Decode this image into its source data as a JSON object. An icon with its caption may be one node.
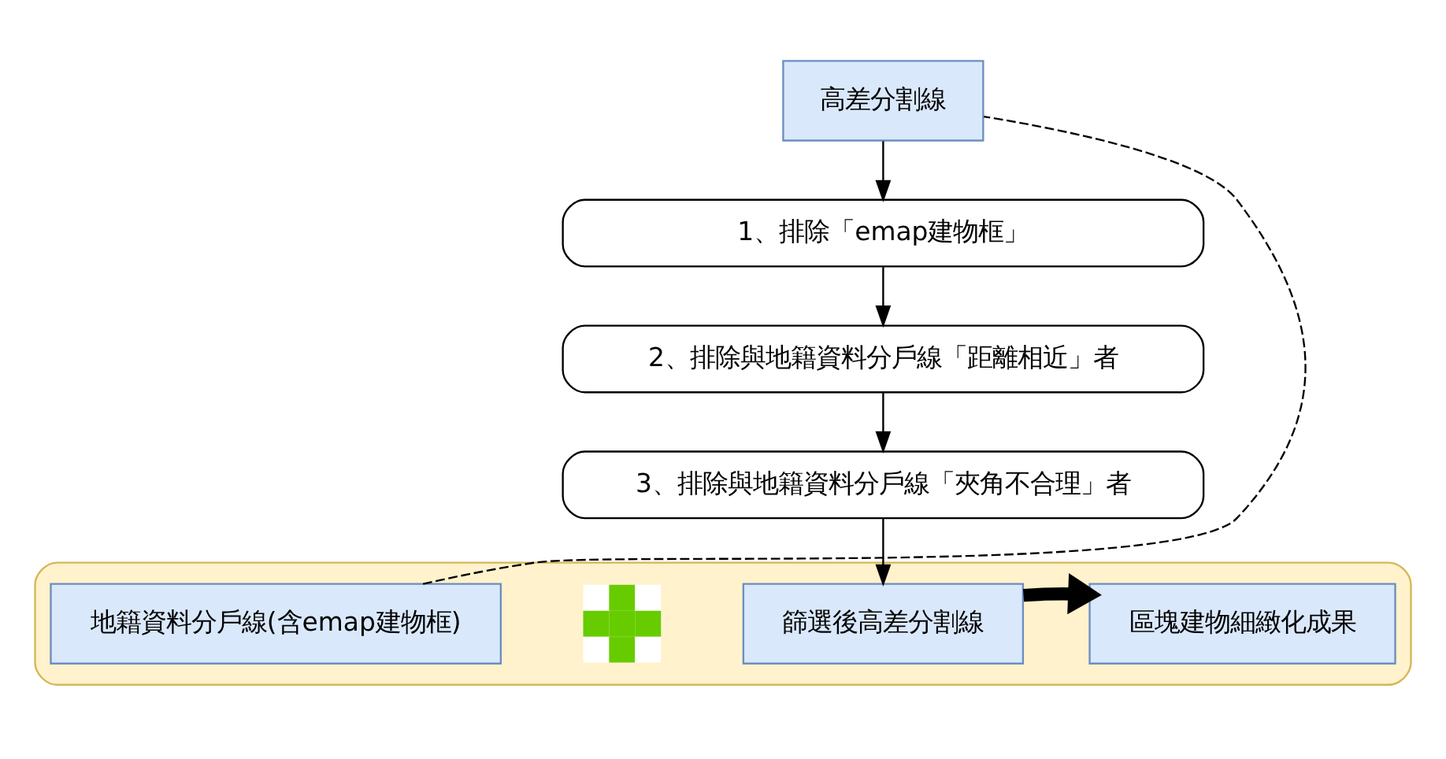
{
  "diagram": {
    "nodes": [
      {
        "text": [
          "高差分割線"
        ]
      },
      {
        "text": [
          "1、排除「emap建物框」"
        ]
      },
      {
        "text": [
          "2、排除與地籍資料分戶線「距離相近」者"
        ]
      },
      {
        "text": [
          "3、排除與地籍資料分戶線「夾角不合理」者"
        ]
      },
      {
        "text": [],
        "shape": "band"
      },
      {
        "text": [
          "地籍資料分戶線(含emap建物框)"
        ],
        "in": 4
      },
      {
        "text": [],
        "shape": "plus",
        "in": 4
      },
      {
        "text": [
          "篩選後高差分割線"
        ],
        "in": 4
      },
      {
        "text": [
          "區塊建物細緻化成果"
        ],
        "in": 4
      }
    ],
    "edges": [
      {
        "from": 0,
        "to": 1,
        "arrow": "to"
      },
      {
        "from": 1,
        "to": 2,
        "arrow": "to"
      },
      {
        "from": 2,
        "to": 3,
        "arrow": "to"
      },
      {
        "from": 3,
        "to": 7,
        "arrow": "to"
      },
      {
        "from": 7,
        "to": 8,
        "arrow": "to",
        "style": "thick"
      },
      {
        "from": 5,
        "to": 0,
        "arrow": "none",
        "style": "dashed"
      }
    ]
  }
}
